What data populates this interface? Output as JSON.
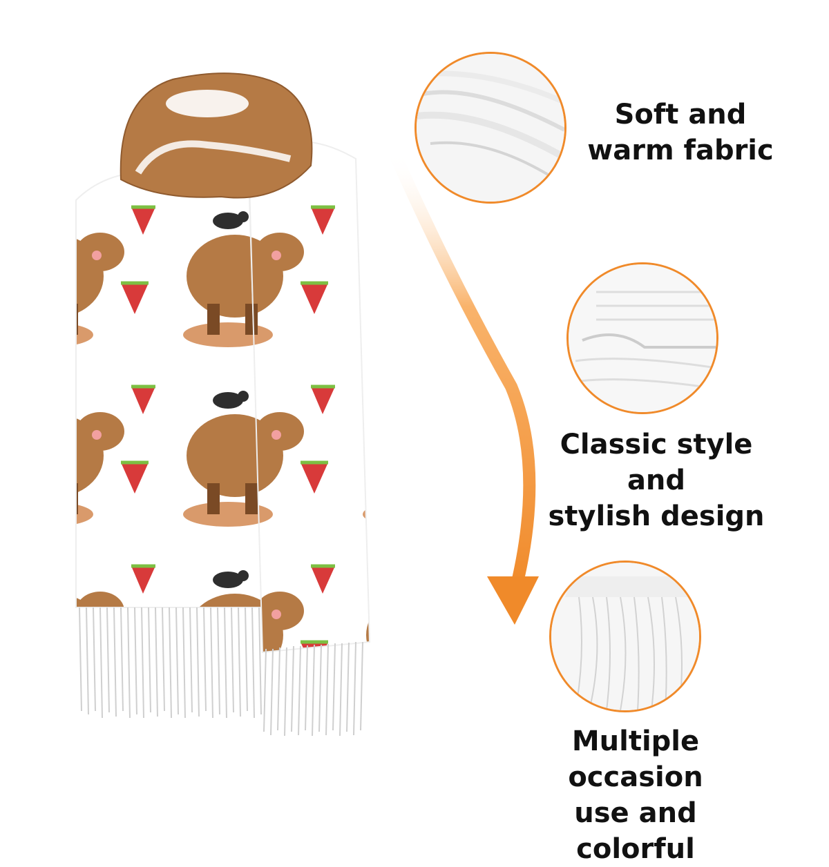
{
  "colors": {
    "accent": "#f08a2a",
    "capybara": "#b57a45",
    "capybara_dark": "#7a4a25",
    "rock": "#d99a6b",
    "watermelon": "#d83a3a",
    "rind": "#7cc043",
    "text": "#111111"
  },
  "features": [
    {
      "icon": "fabric-fold-icon",
      "line1": "Soft and",
      "line2": "warm fabric"
    },
    {
      "icon": "fabric-stack-icon",
      "line1": "Classic style and",
      "line2": "stylish design"
    },
    {
      "icon": "fringe-tassel-icon",
      "line1": "Multiple occasion",
      "line2": "use and colorful"
    }
  ]
}
